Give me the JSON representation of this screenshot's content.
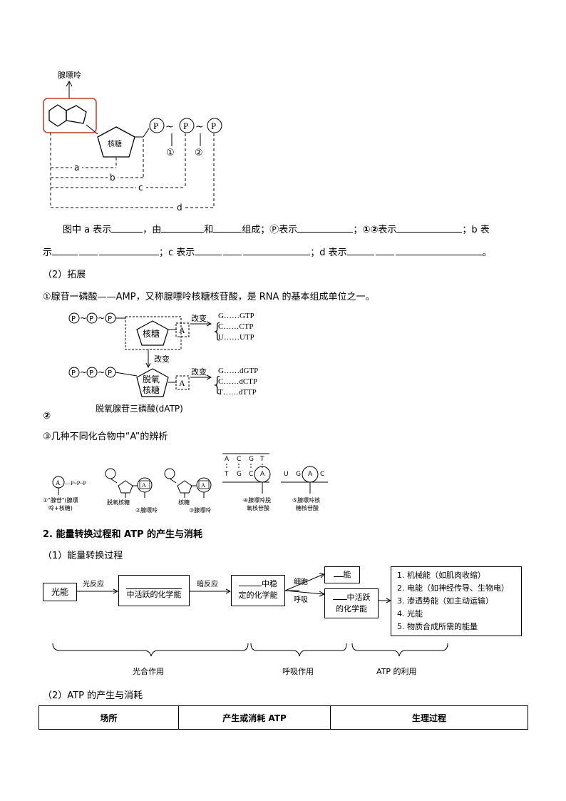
{
  "atp_diagram": {
    "adenine_label": "腺嘌呤",
    "ribose_label": "核糖",
    "phosphate": "P",
    "bond1": "①",
    "bond2": "②",
    "a": "a",
    "b": "b",
    "c": "c",
    "d": "d"
  },
  "fill_line1": {
    "t1": "图中 a 表示",
    "t2": "，由",
    "t3": "和",
    "t4": "组成；",
    "p_symbol": "Ⓟ",
    "t5": "表示",
    "t6": "；",
    "t7": "①②",
    "t8": "表示",
    "t9": "；b 表"
  },
  "fill_line2": {
    "t1": "示",
    "t2": "；c 表示",
    "t3": "；d 表示",
    "t4": "。"
  },
  "extension": {
    "heading": "（2）拓展",
    "item1": "①腺苷一磷酸——AMP，又称腺嘌呤核糖核苷酸，是 RNA 的基本组成单位之一。",
    "item2": "②",
    "item3": "③几种不同化合物中“A”的辨析"
  },
  "ntp_diagram": {
    "ribose": "核糖",
    "base": "A",
    "change": "改变",
    "change_down": "改变",
    "ntp": [
      "G……GTP",
      "C……CTP",
      "U……UTP"
    ],
    "deoxyribose_1": "脱氧",
    "deoxyribose_2": "核糖",
    "dntp": [
      "G……dGTP",
      "C……dCTP",
      "T……dTTP"
    ],
    "caption": "脱氧腺苷三磷酸(dATP)"
  },
  "a_compare": {
    "c1_formula": "A—P~P~P",
    "c1_label1": "①\"腺苷\"(腺嘌",
    "c1_label2": "呤+核糖)",
    "c2_label": "脱氧核糖",
    "c2_label2": "②腺嘌呤",
    "c3_label": "核糖",
    "c3_label2": "③腺嘌呤",
    "dna_top": [
      "A",
      "C",
      "G",
      "T"
    ],
    "dna_bottom": [
      "T",
      "G",
      "C",
      "A"
    ],
    "c4_label1": "④腺嘌呤脱",
    "c4_label2": "氧核苷酸",
    "rna_strand": [
      "U",
      "G",
      "A",
      "C"
    ],
    "c5_label1": "⑤腺嘌呤核",
    "c5_label2": "糖核苷酸"
  },
  "section2": {
    "heading": "2. 能量转换过程和 ATP 的产生与消耗",
    "sub1": "（1）能量转换过程",
    "sub2": "（2）ATP 的产生与消耗"
  },
  "energy_flow": {
    "light": "光能",
    "light_reaction": "光反应",
    "active_chem": "中活跃的化学能",
    "dark_reaction": "暗反应",
    "stable_top": "中稳",
    "stable_bottom": "定的化学能",
    "resp1": "细胞",
    "resp2": "呼吸",
    "energy_top": "能",
    "active_top": "中活跃",
    "active_bottom": "的化学能",
    "uses": [
      "1. 机械能（如肌肉收缩）",
      "2. 电能（如神经传导、生物电）",
      "3. 渗透势能（如主动运输）",
      "4. 光能",
      "5. 物质合成所需的能量"
    ],
    "brace1": "光合作用",
    "brace2": "呼吸作用",
    "brace3": "ATP 的利用"
  },
  "table": {
    "headers": [
      "场所",
      "产生或消耗 ATP",
      "生理过程"
    ]
  }
}
